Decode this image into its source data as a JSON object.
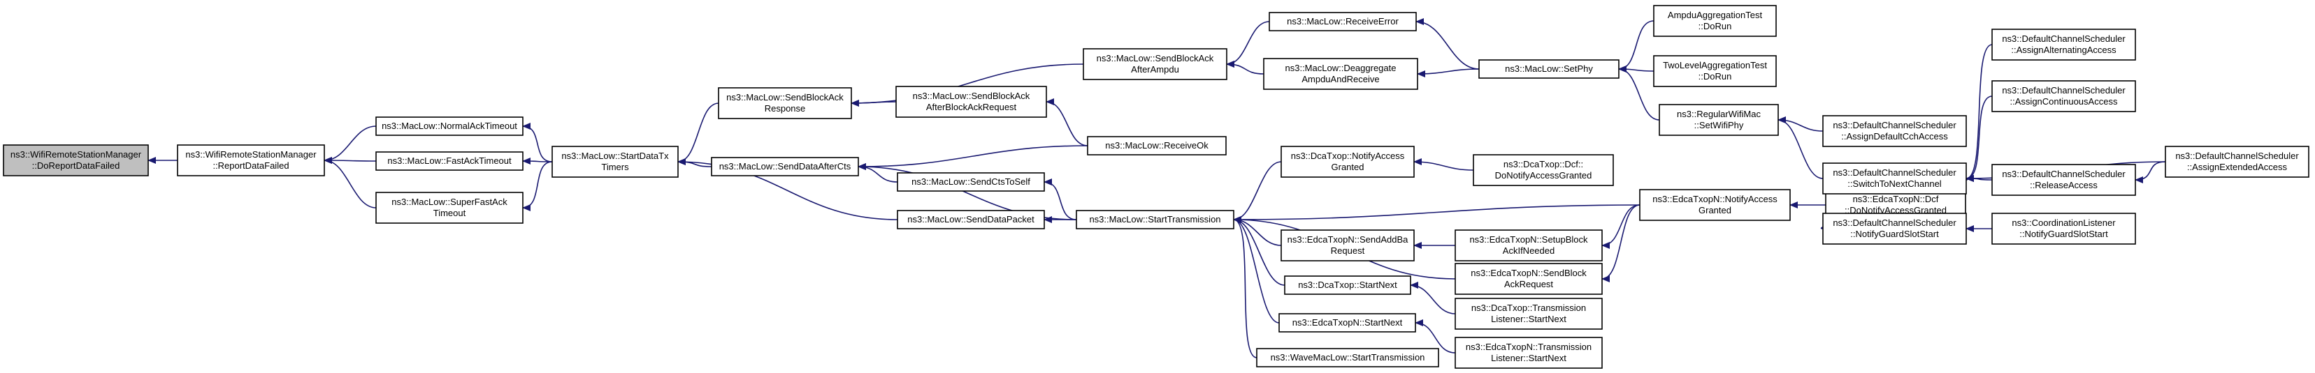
{
  "nodes": [
    {
      "id": "n0",
      "lines": [
        "ns3::WifiRemoteStationManager",
        "::DoReportDataFailed"
      ],
      "root": true
    },
    {
      "id": "n1",
      "lines": [
        "ns3::WifiRemoteStationManager",
        "::ReportDataFailed"
      ]
    },
    {
      "id": "n2",
      "lines": [
        "ns3::MacLow::NormalAckTimeout"
      ]
    },
    {
      "id": "n3",
      "lines": [
        "ns3::MacLow::FastAckTimeout"
      ]
    },
    {
      "id": "n4",
      "lines": [
        "ns3::MacLow::SuperFastAck",
        "Timeout"
      ]
    },
    {
      "id": "n5",
      "lines": [
        "ns3::MacLow::StartDataTx",
        "Timers"
      ]
    },
    {
      "id": "n6",
      "lines": [
        "ns3::MacLow::SendBlockAck",
        "Response"
      ]
    },
    {
      "id": "n7",
      "lines": [
        "ns3::MacLow::SendDataAfterCts"
      ]
    },
    {
      "id": "n8",
      "lines": [
        "ns3::MacLow::SendDataPacket"
      ]
    },
    {
      "id": "n9",
      "lines": [
        "ns3::MacLow::SendBlockAck",
        "AfterAmpdu"
      ]
    },
    {
      "id": "n10",
      "lines": [
        "ns3::MacLow::SendBlockAck",
        "AfterBlockAckRequest"
      ]
    },
    {
      "id": "n11",
      "lines": [
        "ns3::MacLow::SendCtsToSelf"
      ]
    },
    {
      "id": "n12",
      "lines": [
        "ns3::MacLow::StartTransmission"
      ]
    },
    {
      "id": "n13",
      "lines": [
        "ns3::MacLow::ReceiveError"
      ]
    },
    {
      "id": "n14",
      "lines": [
        "ns3::MacLow::Deaggregate",
        "AmpduAndReceive"
      ]
    },
    {
      "id": "n15",
      "lines": [
        "ns3::MacLow::ReceiveOk"
      ]
    },
    {
      "id": "n16",
      "lines": [
        "ns3::DcaTxop::NotifyAccess",
        "Granted"
      ]
    },
    {
      "id": "n17",
      "lines": [
        "ns3::EdcaTxopN::SendAddBa",
        "Request"
      ]
    },
    {
      "id": "n18",
      "lines": [
        "ns3::DcaTxop::StartNext"
      ]
    },
    {
      "id": "n19",
      "lines": [
        "ns3::EdcaTxopN::StartNext"
      ]
    },
    {
      "id": "n20",
      "lines": [
        "ns3::WaveMacLow::StartTransmission"
      ]
    },
    {
      "id": "n21",
      "lines": [
        "ns3::DcaTxop::Dcf::",
        "DoNotifyAccessGranted"
      ]
    },
    {
      "id": "n22",
      "lines": [
        "ns3::EdcaTxopN::SetupBlock",
        "AckIfNeeded"
      ]
    },
    {
      "id": "n23",
      "lines": [
        "ns3::EdcaTxopN::SendBlock",
        "AckRequest"
      ]
    },
    {
      "id": "n24",
      "lines": [
        "ns3::DcaTxop::Transmission",
        "Listener::StartNext"
      ]
    },
    {
      "id": "n25",
      "lines": [
        "ns3::EdcaTxopN::Transmission",
        "Listener::StartNext"
      ]
    },
    {
      "id": "n26",
      "lines": [
        "ns3::MacLow::SetPhy"
      ]
    },
    {
      "id": "n27",
      "lines": [
        "ns3::EdcaTxopN::NotifyAccess",
        "Granted"
      ]
    },
    {
      "id": "n28",
      "lines": [
        "AmpduAggregationTest",
        "::DoRun"
      ]
    },
    {
      "id": "n29",
      "lines": [
        "TwoLevelAggregationTest",
        "::DoRun"
      ]
    },
    {
      "id": "n30",
      "lines": [
        "ns3::RegularWifiMac",
        "::SetWifiPhy"
      ]
    },
    {
      "id": "n31",
      "lines": [
        "ns3::EdcaTxopN::Dcf",
        "::DoNotifyAccessGranted"
      ]
    },
    {
      "id": "n32",
      "lines": [
        "ns3::DefaultChannelScheduler",
        "::AssignDefaultCchAccess"
      ]
    },
    {
      "id": "n33",
      "lines": [
        "ns3::DefaultChannelScheduler",
        "::SwitchToNextChannel"
      ]
    },
    {
      "id": "n34",
      "lines": [
        "ns3::DefaultChannelScheduler",
        "::AssignAlternatingAccess"
      ]
    },
    {
      "id": "n35",
      "lines": [
        "ns3::DefaultChannelScheduler",
        "::AssignContinuousAccess"
      ]
    },
    {
      "id": "n36",
      "lines": [
        "ns3::DefaultChannelScheduler",
        "::ReleaseAccess"
      ]
    },
    {
      "id": "n37",
      "lines": [
        "ns3::DefaultChannelScheduler",
        "::NotifyGuardSlotStart"
      ]
    },
    {
      "id": "n38",
      "lines": [
        "ns3::DefaultChannelScheduler",
        "::AssignExtendedAccess"
      ]
    },
    {
      "id": "n39",
      "lines": [
        "ns3::CoordinationListener",
        "::NotifyGuardSlotStart"
      ]
    }
  ],
  "edges": [
    [
      "n1",
      "n0"
    ],
    [
      "n2",
      "n1"
    ],
    [
      "n3",
      "n1"
    ],
    [
      "n4",
      "n1"
    ],
    [
      "n5",
      "n2"
    ],
    [
      "n5",
      "n3"
    ],
    [
      "n5",
      "n4"
    ],
    [
      "n6",
      "n5"
    ],
    [
      "n7",
      "n5"
    ],
    [
      "n8",
      "n5"
    ],
    [
      "n9",
      "n6"
    ],
    [
      "n10",
      "n6"
    ],
    [
      "n11",
      "n7"
    ],
    [
      "n12",
      "n7"
    ],
    [
      "n12",
      "n8"
    ],
    [
      "n13",
      "n9"
    ],
    [
      "n14",
      "n9"
    ],
    [
      "n15",
      "n10"
    ],
    [
      "n15",
      "n7"
    ],
    [
      "n12",
      "n11"
    ],
    [
      "n26",
      "n13"
    ],
    [
      "n26",
      "n14"
    ],
    [
      "n16",
      "n12"
    ],
    [
      "n17",
      "n12"
    ],
    [
      "n18",
      "n12"
    ],
    [
      "n19",
      "n12"
    ],
    [
      "n20",
      "n12"
    ],
    [
      "n27",
      "n12"
    ],
    [
      "n23",
      "n12"
    ],
    [
      "n21",
      "n16"
    ],
    [
      "n22",
      "n17"
    ],
    [
      "n24",
      "n18"
    ],
    [
      "n25",
      "n19"
    ],
    [
      "n27",
      "n22"
    ],
    [
      "n27",
      "n23"
    ],
    [
      "n28",
      "n26"
    ],
    [
      "n29",
      "n26"
    ],
    [
      "n30",
      "n26"
    ],
    [
      "n31",
      "n27"
    ],
    [
      "n32",
      "n30"
    ],
    [
      "n33",
      "n30"
    ],
    [
      "n34",
      "n33"
    ],
    [
      "n35",
      "n33"
    ],
    [
      "n36",
      "n33"
    ],
    [
      "n37",
      "n33"
    ],
    [
      "n38",
      "n33"
    ],
    [
      "n38",
      "n36"
    ],
    [
      "n39",
      "n37"
    ]
  ]
}
